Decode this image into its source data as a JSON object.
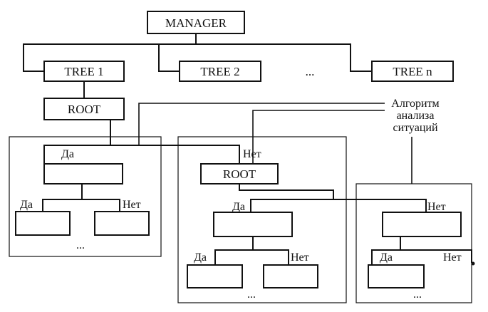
{
  "manager": "MANAGER",
  "trees": [
    "TREE 1",
    "TREE 2",
    "...",
    "TREE n"
  ],
  "root_label": "ROOT",
  "yes": "Да",
  "no": "Нет",
  "ellipsis": "...",
  "algorithm": [
    "Алгоритм",
    "анализа",
    "ситуаций"
  ],
  "colors": {
    "line": "#111111",
    "background": "#ffffff"
  }
}
